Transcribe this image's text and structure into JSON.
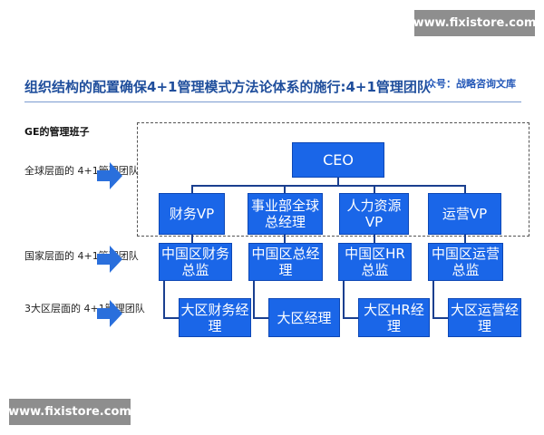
{
  "watermark": {
    "top": "www.fixistore.com",
    "bottom": "www.fixistore.com"
  },
  "header": {
    "title": "组织结构的配置确保4+1管理模式方法论体系的施行:4+1管理团队",
    "source": "众号：战略咨询文库"
  },
  "diagram": {
    "group_label": "GE的管理班子",
    "levels": [
      {
        "label": "全球层面的\n4+1管理团队"
      },
      {
        "label": "国家层面的\n4+1管理团队"
      },
      {
        "label": "3大区层面的\n4+1管理团队"
      }
    ],
    "ceo": "CEO",
    "global_vps": [
      "财务VP",
      "事业部全球\n总经理",
      "人力资源\nVP",
      "运营VP"
    ],
    "country_heads": [
      "中国区财务\n总监",
      "中国区总经\n理",
      "中国区HR\n总监",
      "中国区运营\n总监"
    ],
    "regional_heads": [
      "大区财务经\n理",
      "大区经理",
      "大区HR经\n理",
      "大区运营经\n理"
    ]
  },
  "colors": {
    "node_fill": "#1a66e8",
    "title": "#1f4e9c",
    "arrow": "#2a6fdc"
  }
}
